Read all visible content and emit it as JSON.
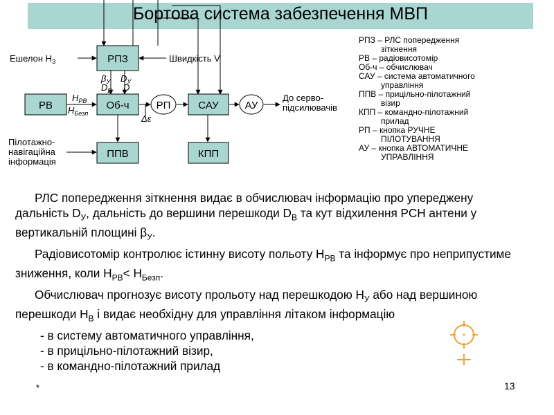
{
  "title": "Бортова система забезпечення МВП",
  "diagram": {
    "boxes": {
      "rpz": "РПЗ",
      "rv": "РВ",
      "obch": "Об-ч",
      "rp": "РП",
      "sau": "САУ",
      "au": "АУ",
      "ppv": "ППВ",
      "kpp": "КПП"
    },
    "labels": {
      "eshelon": "Ешелон H",
      "eshelon_sub": "З",
      "shvydkist": "Швидкість V",
      "beta": "β",
      "beta_sub": "У",
      "du": "D",
      "du_sub": "У",
      "db": "D",
      "db_sub": "В",
      "d": "D",
      "hrv": "H",
      "hrv_sub": "РВ",
      "hbezp": "H",
      "hbezp_sub": "Безп",
      "deps": "Δε",
      "servo_1": "До серво-",
      "servo_2": "підсилювачів",
      "pilot_1": "Пілотажно-",
      "pilot_2": "навігаційна",
      "pilot_3": "інформація"
    }
  },
  "legend": [
    {
      "line1": "РПЗ – РЛС попередження",
      "line2": "зіткнення"
    },
    {
      "line1": "РВ – радіовисотомір",
      "line2": ""
    },
    {
      "line1": "Об-ч – обчислювач",
      "line2": ""
    },
    {
      "line1": "САУ – система автоматичного",
      "line2": "управління"
    },
    {
      "line1": "ППВ – прицільно-пілотажний",
      "line2": "візир"
    },
    {
      "line1": "КПП – командно-пілотажний",
      "line2": "прилад"
    },
    {
      "line1": "РП – кнопка РУЧНЕ",
      "line2": "ПІЛОТУВАННЯ"
    },
    {
      "line1": "АУ – кнопка АВТОМАТИЧНЕ",
      "line2": "УПРАВЛІННЯ"
    }
  ],
  "body": {
    "p1_a": "РЛС попередження зіткнення видає в обчислювач інформацію про упереджену дальність D",
    "p1_sub1": "У",
    "p1_b": ", дальність до вершини перешкоди D",
    "p1_sub2": "В",
    "p1_c": " та кут відхилення РСН антени у вертикальній площині β",
    "p1_sub3": "У",
    "p1_d": ".",
    "p2_a": "Радіовисотомір контролює істинну висоту польоту H",
    "p2_sub1": "РВ",
    "p2_b": " та інформує про неприпустиме зниження, коли H",
    "p2_sub2": "РВ",
    "p2_c": "< H",
    "p2_sub3": "Безп",
    "p2_d": ".",
    "p3_a": "Обчислювач прогнозує висоту прольоту над перешкодою H",
    "p3_sub1": "У",
    "p3_b": " або над вершиною перешкоди H",
    "p3_sub2": "В",
    "p3_c": " і видає необхідну для управління літаком інформацію",
    "items": [
      "- в систему автоматичного управління,",
      "- в прицільно-пілотажний візир,",
      "- в  командно-пілотажний прилад"
    ]
  },
  "footer": {
    "star": "*",
    "page": "13"
  },
  "colors": {
    "title_bar": "#a9d6d0",
    "box_fill": "#a9d6d0",
    "reticle": "#f0a030"
  },
  "icons": {
    "reticle": "crosshair-reticle-icon"
  }
}
